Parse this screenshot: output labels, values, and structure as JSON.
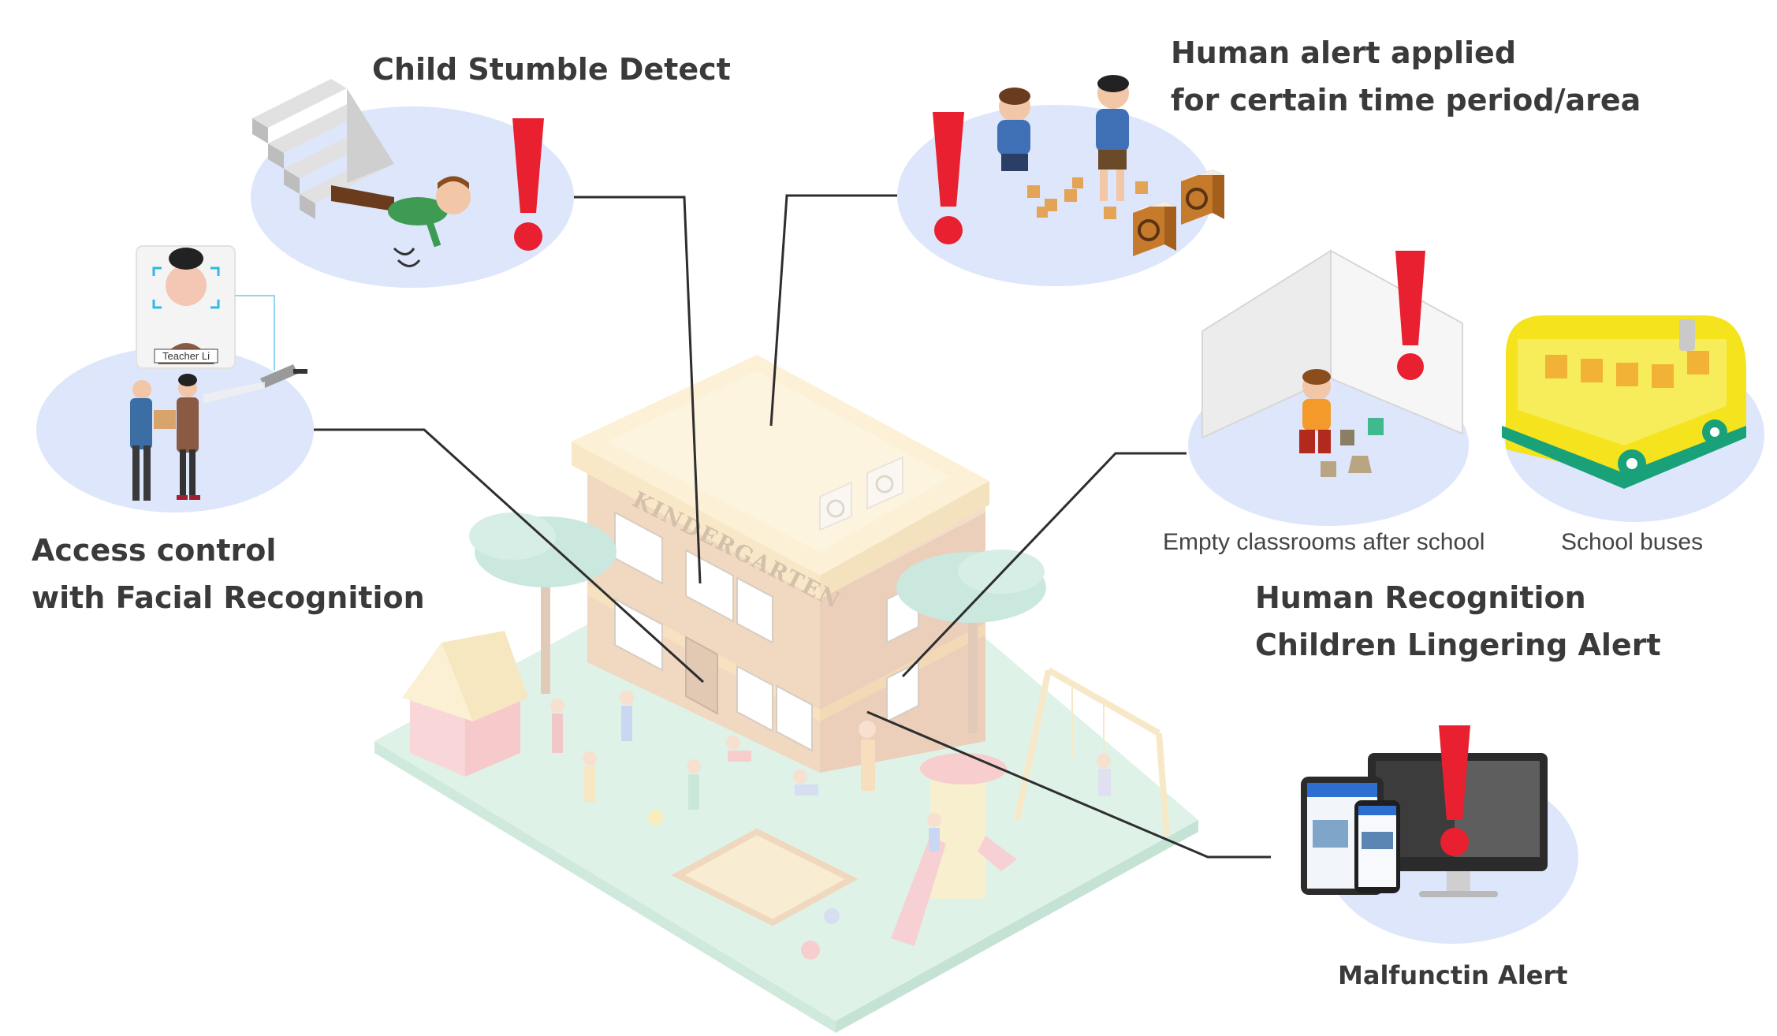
{
  "labels": {
    "stumble": "Child Stumble Detect",
    "human_alert_1": "Human alert applied",
    "human_alert_2": "for certain time period/area",
    "access_1": "Access control",
    "access_2": "with Facial Recognition",
    "empty_classrooms": "Empty classrooms after school",
    "school_buses": "School buses",
    "lingering_1": "Human Recognition",
    "lingering_2": "Children Lingering Alert",
    "malfunction": "Malfunctin Alert"
  },
  "badge_name": "Teacher Li",
  "building_sign": "KINDERGARTEN",
  "colors": {
    "alert_red": "#e8202f",
    "bubble_blue": "#dde6fb",
    "line": "#2e2e2e",
    "ground": "#c4e8d6",
    "building_tan": "#e8c39d",
    "roof": "#fbe7b6",
    "tree": "#9fd7c4",
    "bus_yellow": "#f4e31d"
  }
}
